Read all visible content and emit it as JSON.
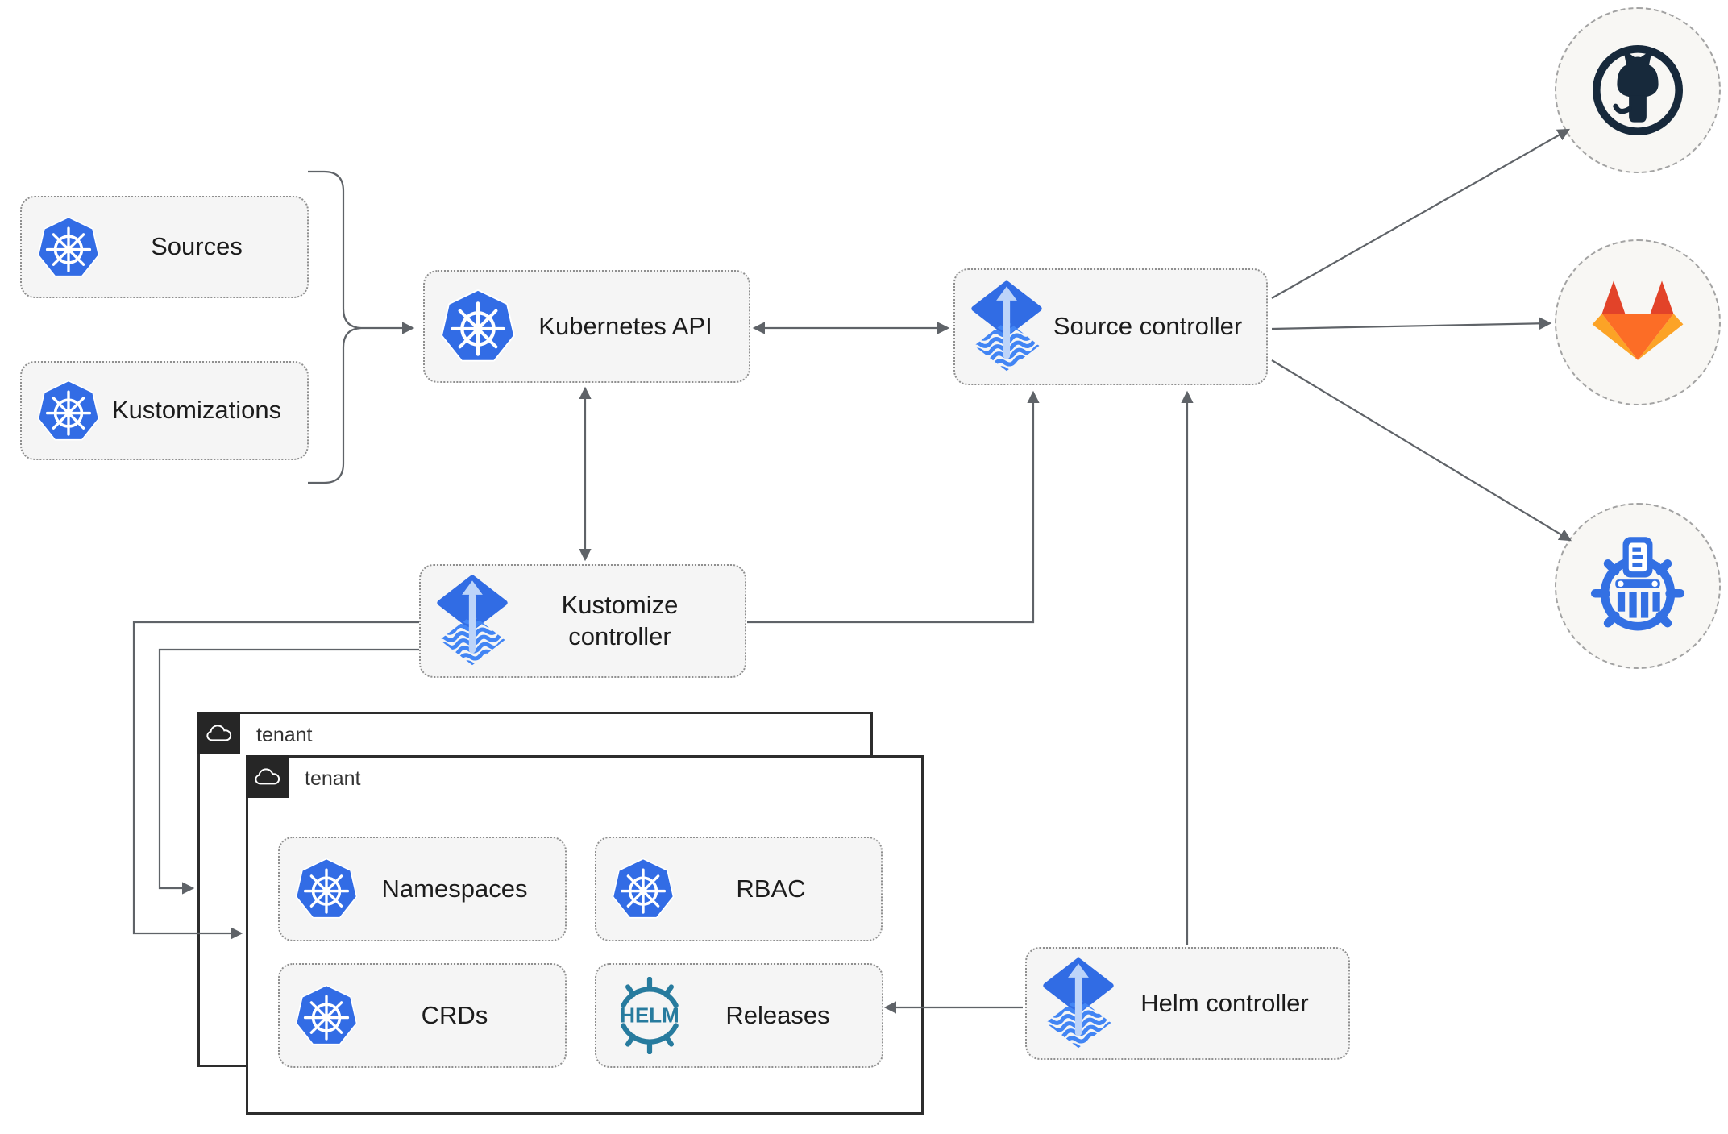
{
  "colors": {
    "text": "#1c1c1c",
    "line": "#5f6368",
    "box_fill": "#f5f5f5",
    "box_border": "#8f8f8f",
    "circle_fill": "#f8f7f4",
    "circle_border": "#a3a3a3",
    "tenant_dark": "#262626",
    "tenant_border": "#2d2d2d",
    "k8s_blue": "#326ce5",
    "flux_blue": "#316ce4",
    "flux_arrow": "#bdd4f9",
    "flux_wave": "#4285f4",
    "helm_teal": "#277b9e",
    "github_dark": "#17293b",
    "gitlab_red": "#e24329",
    "gitlab_orange": "#fc6d26",
    "gitlab_amber": "#fca326",
    "registry_blue": "#3370e3"
  },
  "nodes": {
    "sources": {
      "label": "Sources",
      "icon": "kubernetes"
    },
    "kustomizations": {
      "label": "Kustomizations",
      "icon": "kubernetes"
    },
    "kubernetes_api": {
      "label": "Kubernetes API",
      "icon": "kubernetes"
    },
    "source_controller": {
      "label": "Source controller",
      "icon": "flux"
    },
    "kustomize_controller": {
      "label": "Kustomize controller",
      "icon": "flux"
    },
    "helm_controller": {
      "label": "Helm controller",
      "icon": "flux"
    },
    "namespaces": {
      "label": "Namespaces",
      "icon": "kubernetes"
    },
    "rbac": {
      "label": "RBAC",
      "icon": "kubernetes"
    },
    "crds": {
      "label": "CRDs",
      "icon": "kubernetes"
    },
    "releases": {
      "label": "Releases",
      "icon": "helm"
    }
  },
  "groups": {
    "tenant_back": {
      "label": "tenant",
      "icon": "cloud"
    },
    "tenant_front": {
      "label": "tenant",
      "icon": "cloud"
    }
  },
  "endpoints": {
    "github": {
      "icon": "github-logo"
    },
    "gitlab": {
      "icon": "gitlab-logo"
    },
    "helm_repository": {
      "icon": "helm-repository-logo"
    }
  },
  "icons": {
    "helm_text": "HELM"
  }
}
